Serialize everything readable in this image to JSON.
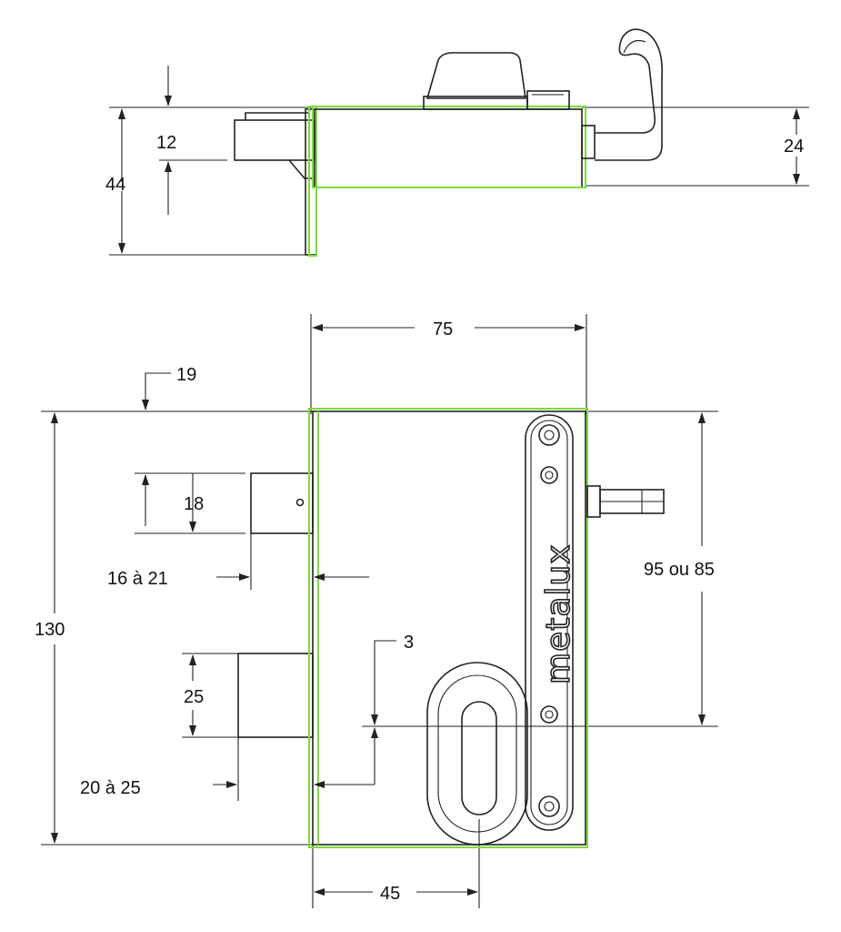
{
  "brand": "metalux",
  "colors": {
    "outline": "#7ddc3c",
    "ink": "#222222",
    "background": "#ffffff"
  },
  "top_view": {
    "dims": {
      "d12": "12",
      "d44": "44",
      "d24": "24"
    }
  },
  "front_view": {
    "dims": {
      "d75": "75",
      "d19": "19",
      "d130": "130",
      "d18": "18",
      "d16_21": "16 à 21",
      "d3": "3",
      "d95_85": "95 ou 85",
      "d25": "25",
      "d20_25": "20 à 25",
      "d45": "45"
    }
  }
}
